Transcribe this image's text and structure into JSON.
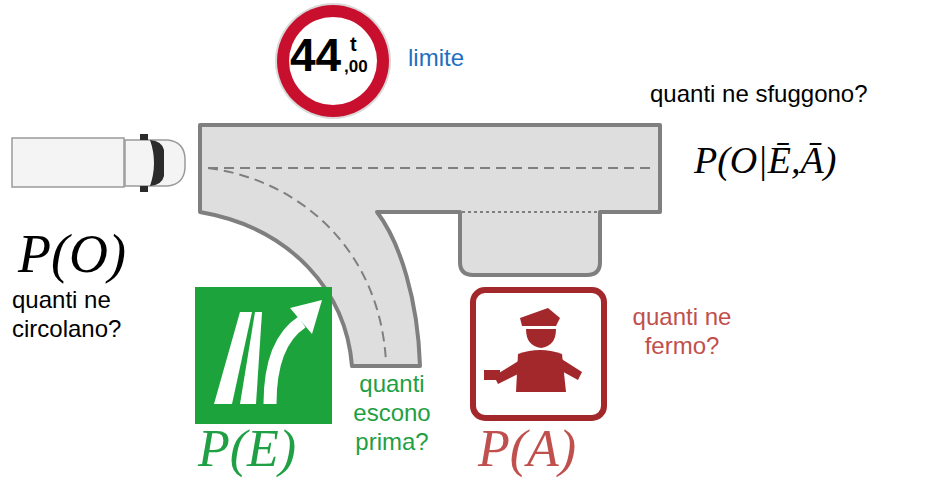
{
  "diagram": {
    "nodes": [
      {
        "text": [
          "44",
          "t",
          ",00"
        ]
      }
    ],
    "labels": [
      "limite",
      "quanti ne sfuggono?",
      "P(O|Ē,Ā)",
      "P(O)",
      "quanti ne circolano?",
      "quanti escono prima?",
      "P(E)",
      "quanti ne fermo?",
      "P(A)"
    ]
  }
}
